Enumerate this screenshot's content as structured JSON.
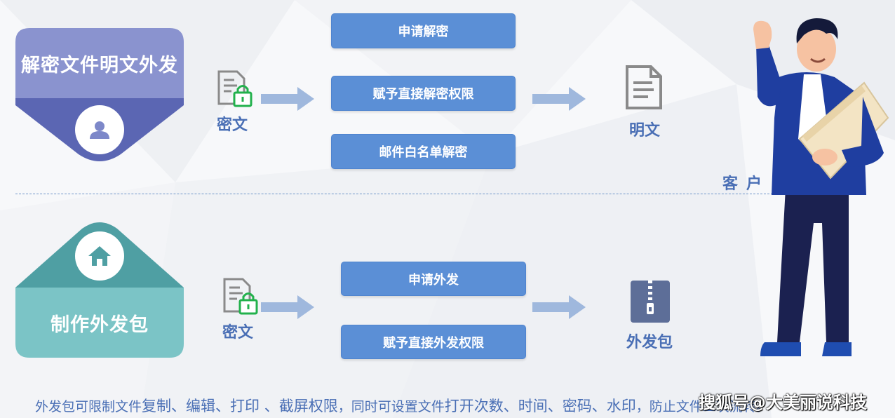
{
  "top_section": {
    "badge_title": "解密文件明文外发",
    "badge_icon": "user-icon",
    "source_label": "密文",
    "actions": [
      "申请解密",
      "赋予直接解密权限",
      "邮件白名单解密"
    ],
    "result_label": "明文"
  },
  "bottom_section": {
    "badge_title": "制作外发包",
    "badge_icon": "home-icon",
    "source_label": "密文",
    "actions": [
      "申请外发",
      "赋予直接外发权限"
    ],
    "result_label": "外发包"
  },
  "customer_label": "客户",
  "caption": {
    "part1": "外发包可限制文件",
    "part2": "复制、编辑、打印 、截屏权限",
    "part3": "，同时可设置文件",
    "part4": "打开次数、时间、密码、水印",
    "part5": "，防止文件二次流转。"
  },
  "watermark": "搜狐号@大美丽说科技",
  "colors": {
    "top_badge": "#7d88c9",
    "top_badge_dark": "#5b66b3",
    "bottom_badge": "#7bc4c6",
    "bottom_badge_dark": "#4f9fa3",
    "button": "#5b8fd6",
    "arrow": "#9fb8dd",
    "label": "#4a6fb5",
    "lock": "#22b14c"
  }
}
